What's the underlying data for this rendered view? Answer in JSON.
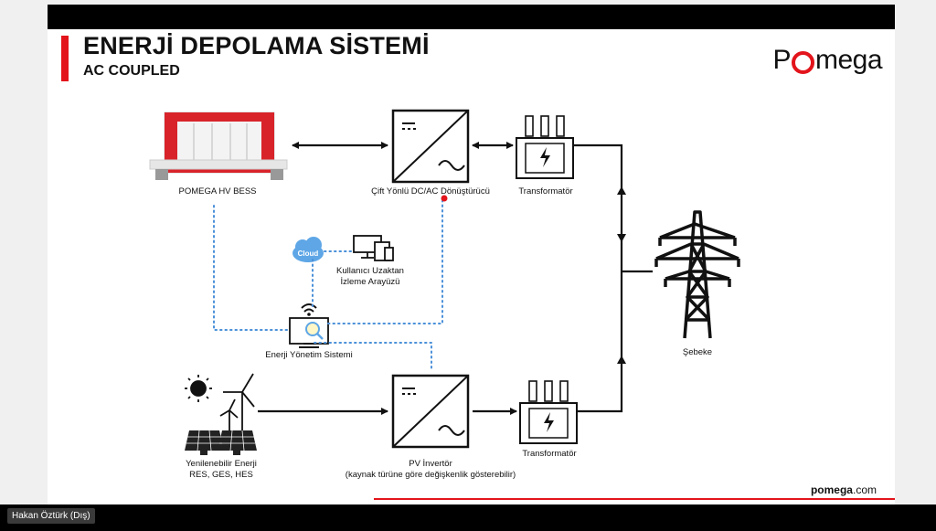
{
  "slide": {
    "title": "ENERJİ DEPOLAMA SİSTEMİ",
    "subtitle": "AC COUPLED",
    "logo_left": "P",
    "logo_right": "mega",
    "footer_name": "pomega",
    "footer_domain": ".com"
  },
  "nodes": {
    "bess": "POMEGA HV BESS",
    "converter": "Çift Yönlü DC/AC Dönüştürücü",
    "transformer_top": "Transformatör",
    "cloud": "Cloud",
    "remote_line1": "Kullanıcı Uzaktan",
    "remote_line2": "İzleme Arayüzü",
    "ems": "Enerji Yönetim Sistemi",
    "grid": "Şebeke",
    "renewable_line1": "Yenilenebilir Enerji",
    "renewable_line2": "RES, GES, HES",
    "inverter_line1": "PV İnvertör",
    "inverter_line2": "(kaynak türüne göre değişkenlik gösterebilir)",
    "transformer_bottom": "Transformatör"
  },
  "participant": {
    "name": "Hakan Öztürk (Dış)"
  },
  "colors": {
    "accent": "#e3141b",
    "dotted": "#4a90d9",
    "cloud": "#5ea6e6"
  }
}
